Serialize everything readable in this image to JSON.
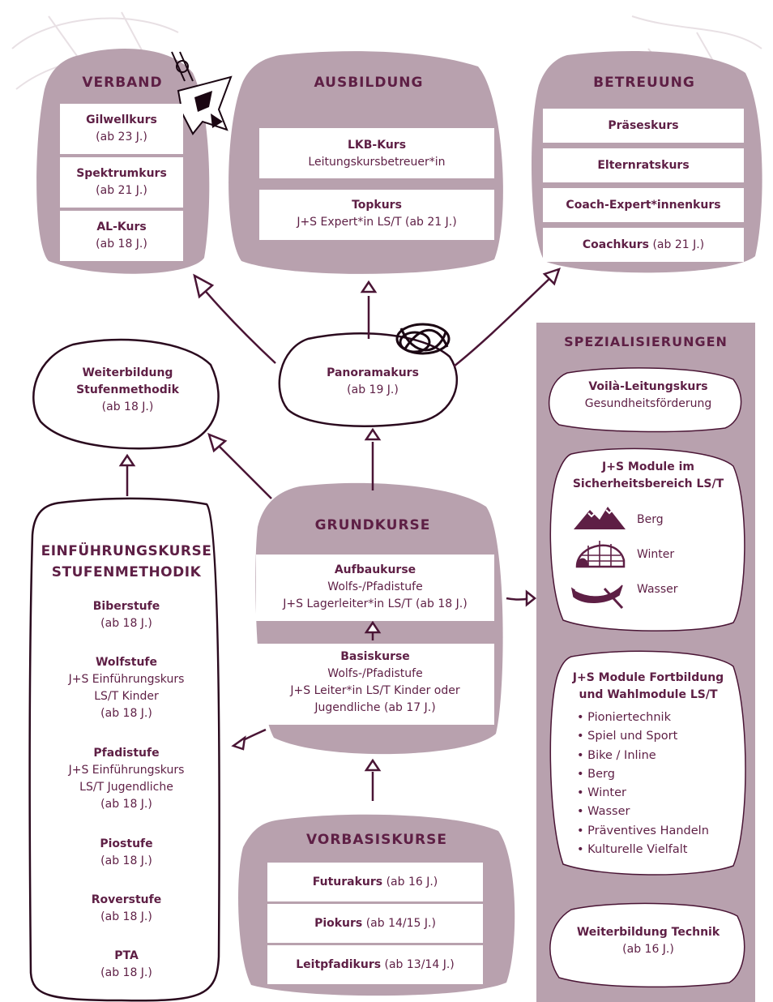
{
  "verband": {
    "title": "VERBAND",
    "items": [
      {
        "name": "Gilwellkurs",
        "age": "(ab 23 J.)"
      },
      {
        "name": "Spektrumkurs",
        "age": "(ab 21 J.)"
      },
      {
        "name": "AL-Kurs",
        "age": "(ab 18 J.)"
      }
    ]
  },
  "ausbildung": {
    "title": "AUSBILDUNG",
    "items": [
      {
        "name": "LKB-Kurs",
        "sub": "Leitungskursbetreuer*in"
      },
      {
        "name": "Topkurs",
        "sub": "J+S Expert*in LS/T (ab 21 J.)"
      }
    ]
  },
  "betreuung": {
    "title": "BETREUUNG",
    "items": [
      {
        "name": "Präseskurs"
      },
      {
        "name": "Elternratskurs"
      },
      {
        "name": "Coach-Expert*innenkurs"
      },
      {
        "name": "Coachkurs",
        "age": "(ab 21 J.)"
      }
    ]
  },
  "panorama": {
    "name": "Panoramakurs",
    "age": "(ab 19 J.)"
  },
  "weiterbildung_stufen": {
    "line1": "Weiterbildung",
    "line2": "Stufenmethodik",
    "age": "(ab 18 J.)"
  },
  "einfuehrung": {
    "title1": "EINFÜHRUNGSKURSE",
    "title2": "STUFENMETHODIK",
    "items": [
      {
        "name": "Biberstufe",
        "lines": [
          "(ab 18 J.)"
        ]
      },
      {
        "name": "Wolfstufe",
        "lines": [
          "J+S Einführungskurs",
          "LS/T Kinder",
          "(ab 18 J.)"
        ]
      },
      {
        "name": "Pfadistufe",
        "lines": [
          "J+S Einführungskurs",
          "LS/T Jugendliche",
          "(ab 18 J.)"
        ]
      },
      {
        "name": "Piostufe",
        "lines": [
          "(ab 18 J.)"
        ]
      },
      {
        "name": "Roverstufe",
        "lines": [
          "(ab 18 J.)"
        ]
      },
      {
        "name": "PTA",
        "lines": [
          "(ab 18 J.)"
        ]
      }
    ]
  },
  "grundkurse": {
    "title": "GRUNDKURSE",
    "aufbau": {
      "name": "Aufbaukurse",
      "line1": "Wolfs-/Pfadistufe",
      "line2": "J+S Lagerleiter*in LS/T (ab 18 J.)"
    },
    "basis": {
      "name": "Basiskurse",
      "line1": "Wolfs-/Pfadistufe",
      "line2": "J+S Leiter*in LS/T Kinder oder",
      "line3": "Jugendliche  (ab 17 J.)"
    }
  },
  "vorbasis": {
    "title": "VORBASISKURSE",
    "items": [
      {
        "name": "Futurakurs",
        "age": "(ab 16 J.)"
      },
      {
        "name": "Piokurs",
        "age": "(ab 14/15 J.)"
      },
      {
        "name": "Leitpfadikurs",
        "age": "(ab 13/14 J.)"
      }
    ]
  },
  "spezial": {
    "title": "SPEZIALISIERUNGEN",
    "voila": {
      "name": "Voilà-Leitungskurs",
      "sub": "Gesundheitsförderung"
    },
    "sicherheit": {
      "title1": "J+S Module im",
      "title2": "Sicherheitsbereich LS/T",
      "items": [
        {
          "label": "Berg",
          "icon": "mountain-icon"
        },
        {
          "label": "Winter",
          "icon": "igloo-icon"
        },
        {
          "label": "Wasser",
          "icon": "canoe-icon"
        }
      ]
    },
    "fortbildung": {
      "title1": "J+S Module Fortbildung",
      "title2": "und Wahlmodule LS/T",
      "items": [
        "Pioniertechnik",
        "Spiel und Sport",
        "Bike / Inline",
        "Berg",
        "Winter",
        "Wasser",
        "Präventives Handeln",
        "Kulturelle Vielfalt"
      ]
    },
    "technik": {
      "name": "Weiterbildung Technik",
      "age": "(ab 16 J.)"
    }
  },
  "colors": {
    "blob": "#b8a1ae",
    "text": "#5e1f45",
    "outline": "#4a1535",
    "box": "#ffffff"
  }
}
